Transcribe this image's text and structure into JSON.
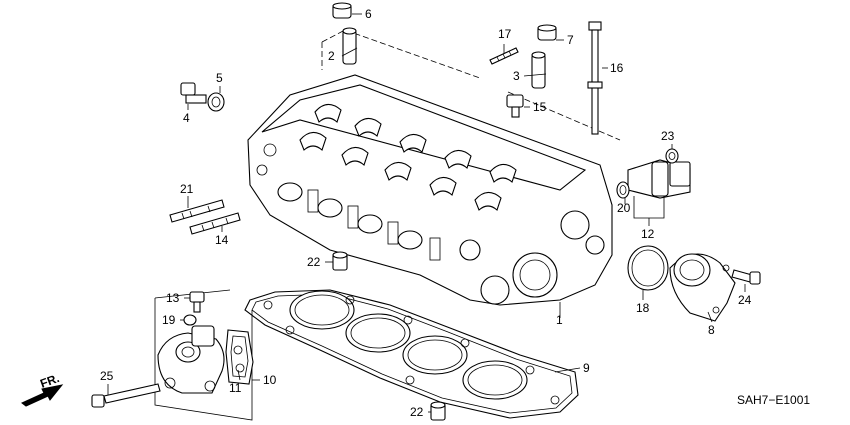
{
  "diagram": {
    "code": "SAH7−E1001",
    "direction_label": "FR.",
    "callouts": [
      {
        "id": "c1",
        "text": "1"
      },
      {
        "id": "c2",
        "text": "2"
      },
      {
        "id": "c3",
        "text": "3"
      },
      {
        "id": "c4",
        "text": "4"
      },
      {
        "id": "c5",
        "text": "5"
      },
      {
        "id": "c6",
        "text": "6"
      },
      {
        "id": "c7",
        "text": "7"
      },
      {
        "id": "c8",
        "text": "8"
      },
      {
        "id": "c9",
        "text": "9"
      },
      {
        "id": "c10",
        "text": "10"
      },
      {
        "id": "c11",
        "text": "11"
      },
      {
        "id": "c12",
        "text": "12"
      },
      {
        "id": "c13",
        "text": "13"
      },
      {
        "id": "c14",
        "text": "14"
      },
      {
        "id": "c15",
        "text": "15"
      },
      {
        "id": "c16",
        "text": "16"
      },
      {
        "id": "c17",
        "text": "17"
      },
      {
        "id": "c18",
        "text": "18"
      },
      {
        "id": "c19",
        "text": "19"
      },
      {
        "id": "c20",
        "text": "20"
      },
      {
        "id": "c21",
        "text": "21"
      },
      {
        "id": "c22a",
        "text": "22"
      },
      {
        "id": "c22b",
        "text": "22"
      },
      {
        "id": "c23",
        "text": "23"
      },
      {
        "id": "c24",
        "text": "24"
      },
      {
        "id": "c25",
        "text": "25"
      }
    ]
  }
}
